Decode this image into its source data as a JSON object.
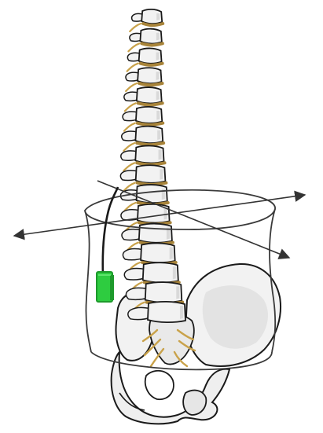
{
  "illustration": {
    "subject": "lumbar-spine-and-pelvis",
    "colors": {
      "outline": "#1a1a1a",
      "bone_fill": "#f2f2f2",
      "bone_shade": "#d9d9d9",
      "disc": "#a8843a",
      "nerve": "#c9a24a",
      "sensor": "#2ecc40",
      "sensor_dark": "#1e9a2c",
      "band": "#3a3a3a",
      "axis": "#333333"
    },
    "parts": [
      "vertebral-column",
      "pelvis",
      "sacrum",
      "coordinate-axes",
      "waist-band",
      "sensor-device",
      "sensor-cable"
    ]
  }
}
